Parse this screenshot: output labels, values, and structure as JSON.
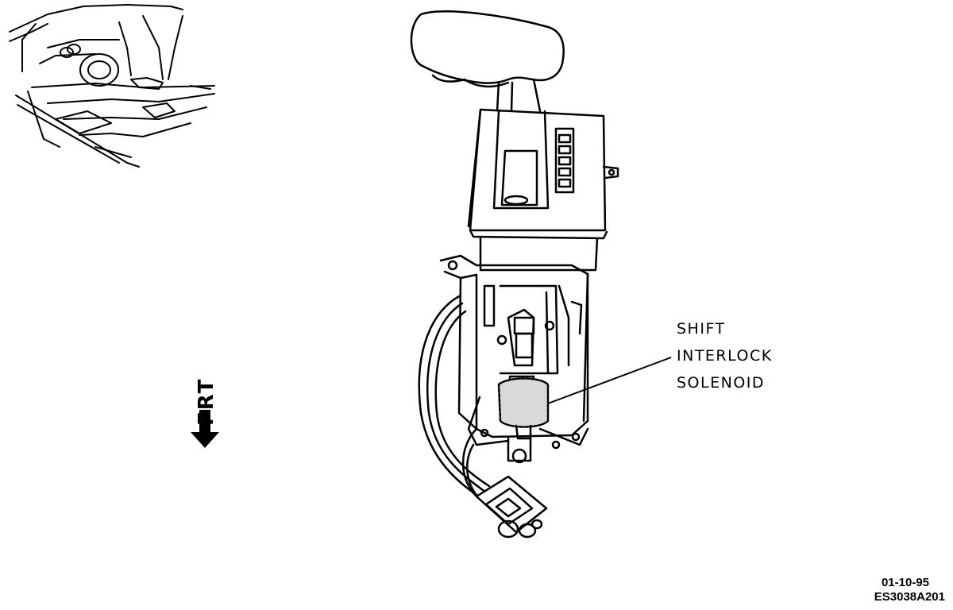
{
  "callout": {
    "line1": "SHIFT",
    "line2": "INTERLOCK",
    "line3": "SOLENOID"
  },
  "direction_marker": {
    "label": "FRT",
    "icon": "front-arrow-icon"
  },
  "footer": {
    "date": "01-10-95",
    "figure_code": "ES3038A201"
  },
  "colors": {
    "ink": "#000000",
    "background": "#ffffff",
    "solenoid_fill": "#d9d9d9"
  }
}
